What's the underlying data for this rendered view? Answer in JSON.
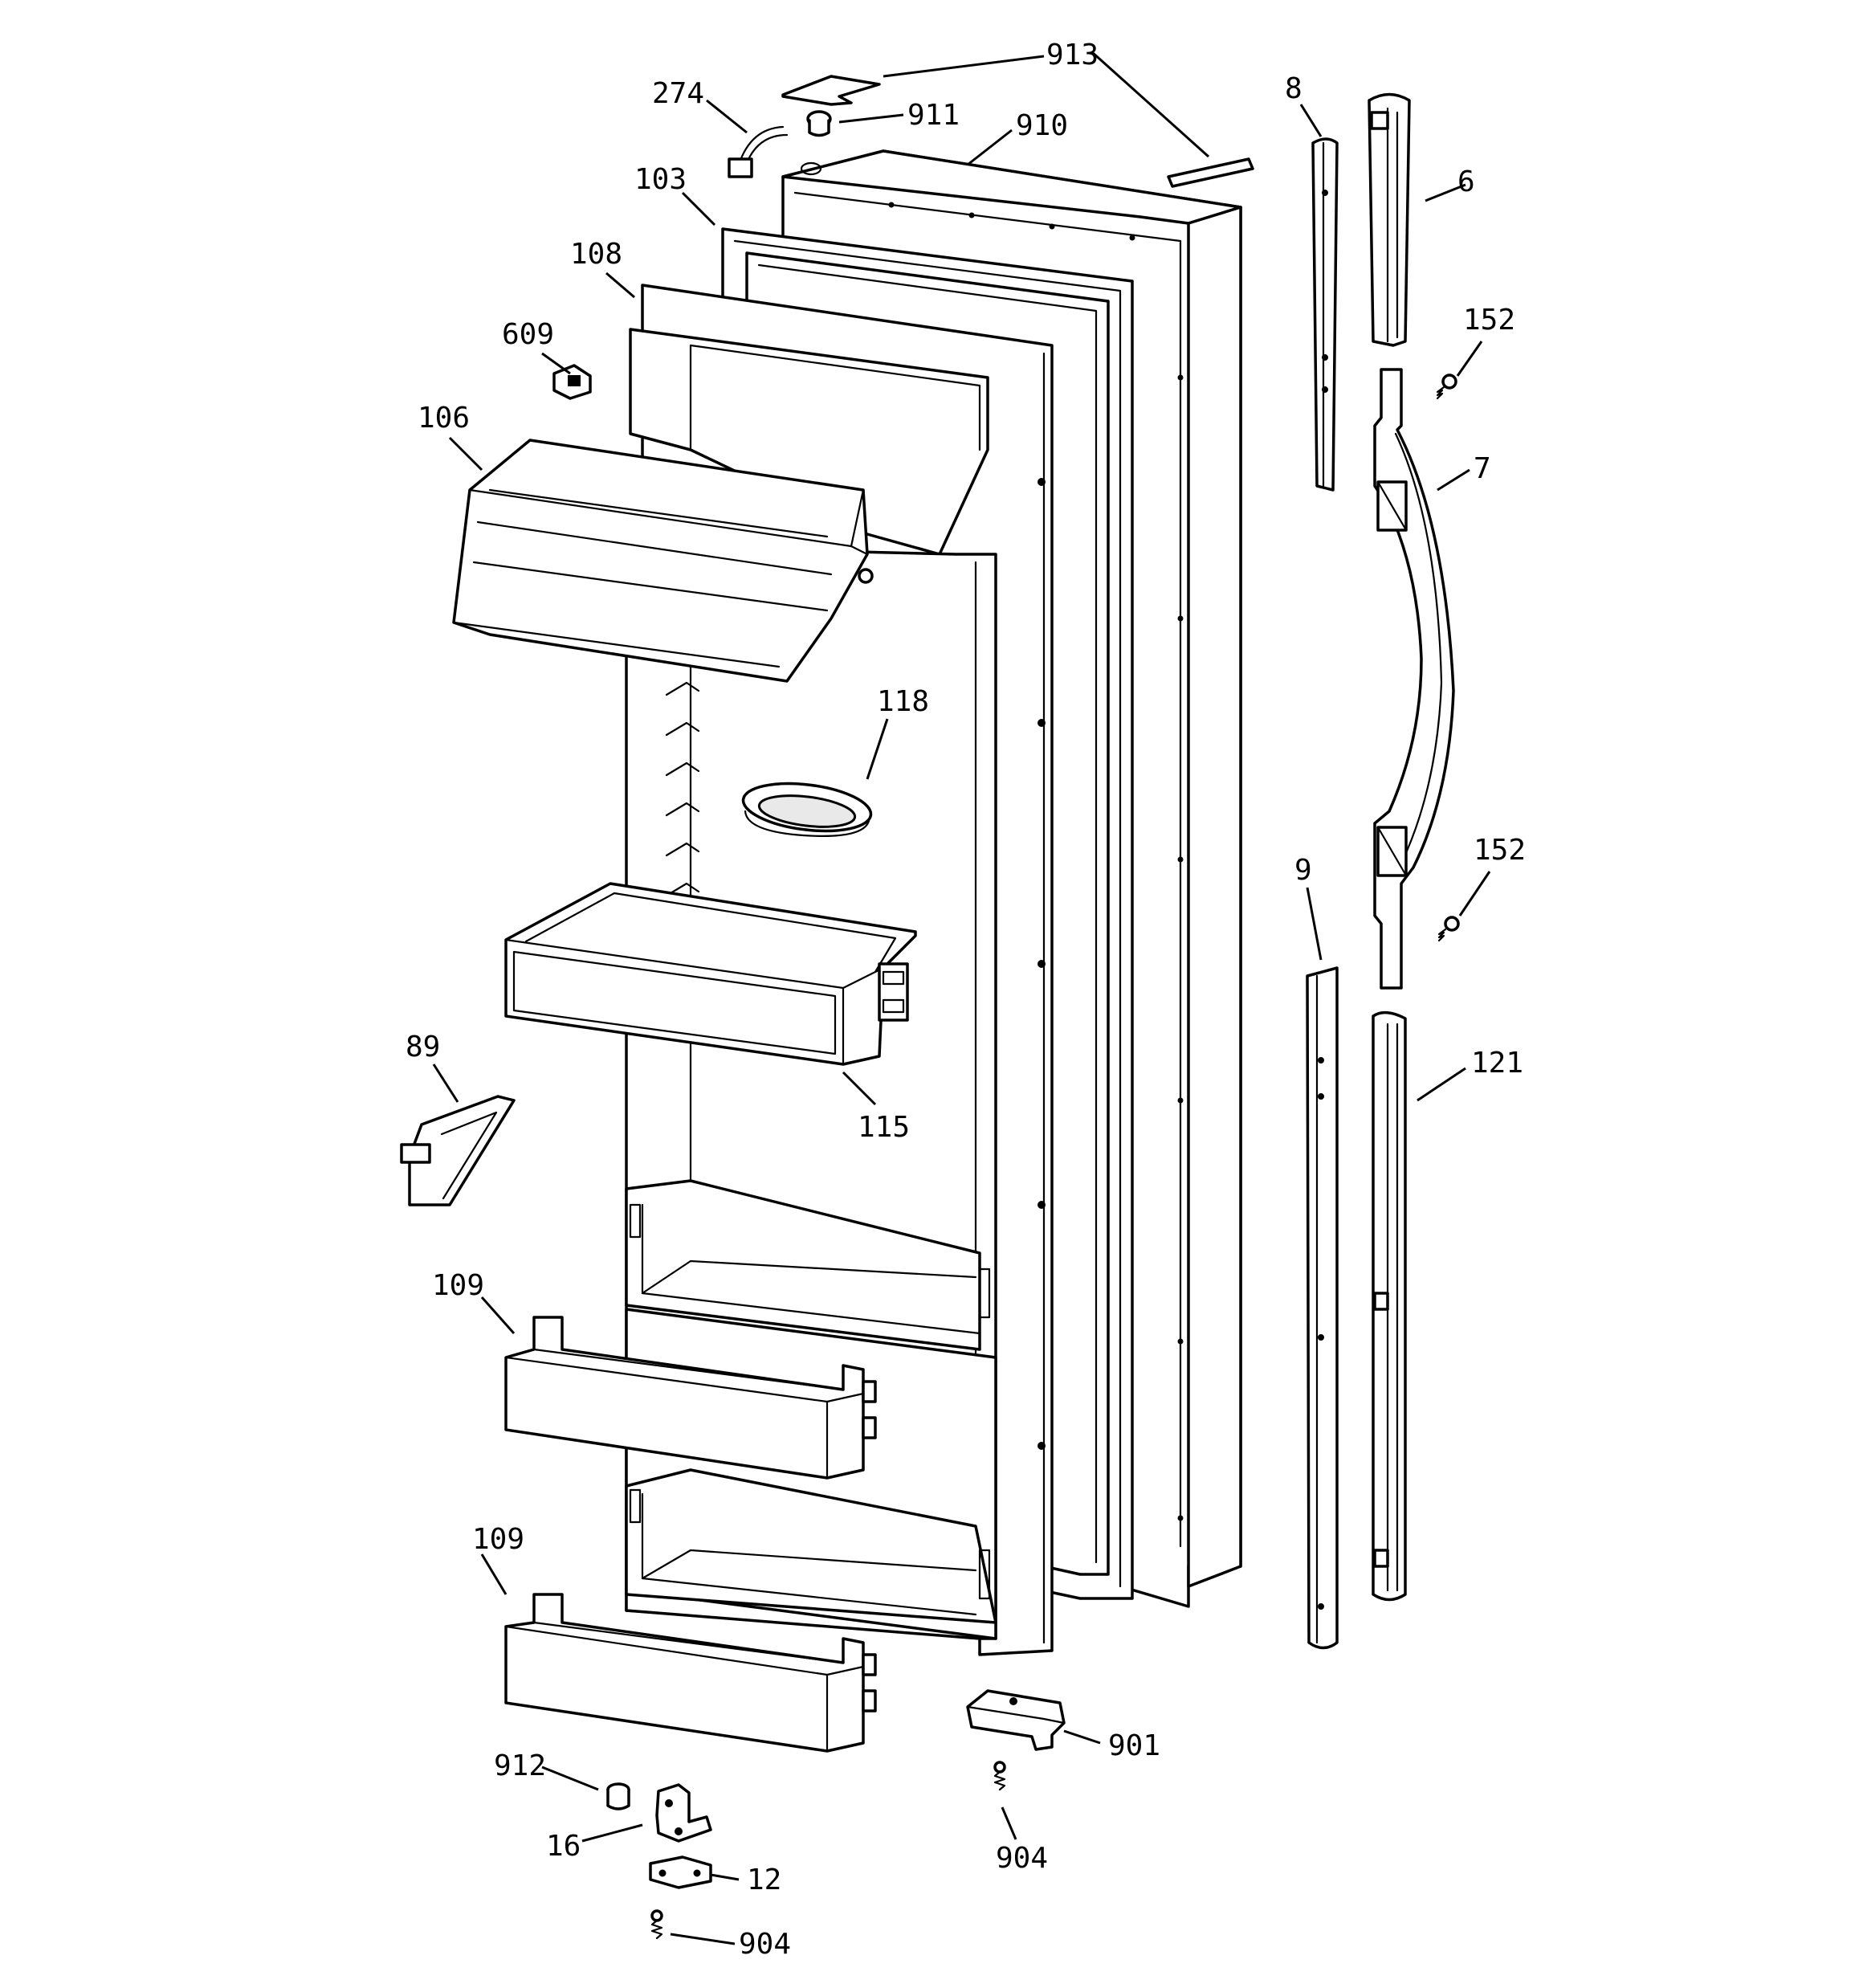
{
  "callouts": {
    "c913": "913",
    "c274": "274",
    "c911": "911",
    "c910": "910",
    "c8": "8",
    "c6": "6",
    "c103": "103",
    "c108": "108",
    "c152a": "152",
    "c609": "609",
    "c106": "106",
    "c7": "7",
    "c118": "118",
    "c152b": "152",
    "c9": "9",
    "c121": "121",
    "c89": "89",
    "c115": "115",
    "c109a": "109",
    "c109b": "109",
    "c901": "901",
    "c912": "912",
    "c904a": "904",
    "c16": "16",
    "c12": "12",
    "c904b": "904"
  },
  "colors": {
    "line": "#000000",
    "background": "#ffffff"
  }
}
